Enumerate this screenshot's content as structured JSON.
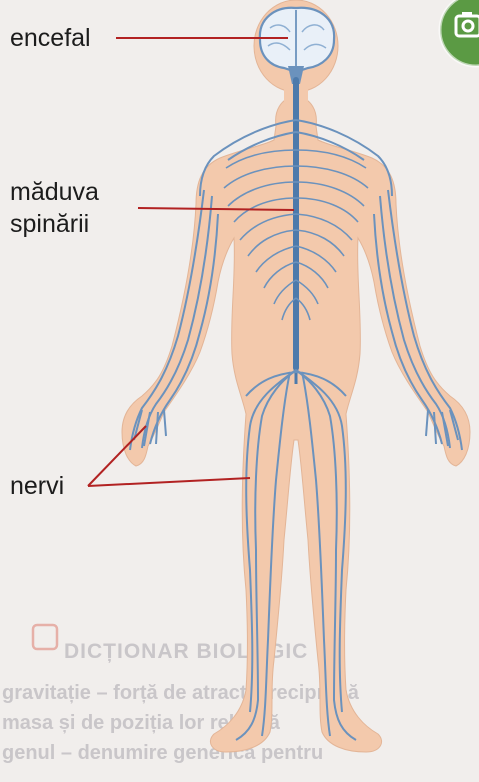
{
  "labels": {
    "brain": "encefal",
    "spinal_line1": "măduva",
    "spinal_line2": "spinării",
    "nerves": "nervi"
  },
  "background_text": [
    "DICȚIONAR BIOLOGIC",
    "gravitație – forță de atracție reciprocă",
    "masa și de poziția lor relativă",
    "genul – denumire generică pentru"
  ],
  "colors": {
    "page": "#f1eeec",
    "skin": "#f3c9ac",
    "brain": "#e9f0f8",
    "nerve": "#6b92bd",
    "nerve_dark": "#4d7aab",
    "pointer": "#b22222",
    "camera_badge": "#5b9a44"
  },
  "icons": [
    "camera-icon",
    "dictionary-icon"
  ]
}
